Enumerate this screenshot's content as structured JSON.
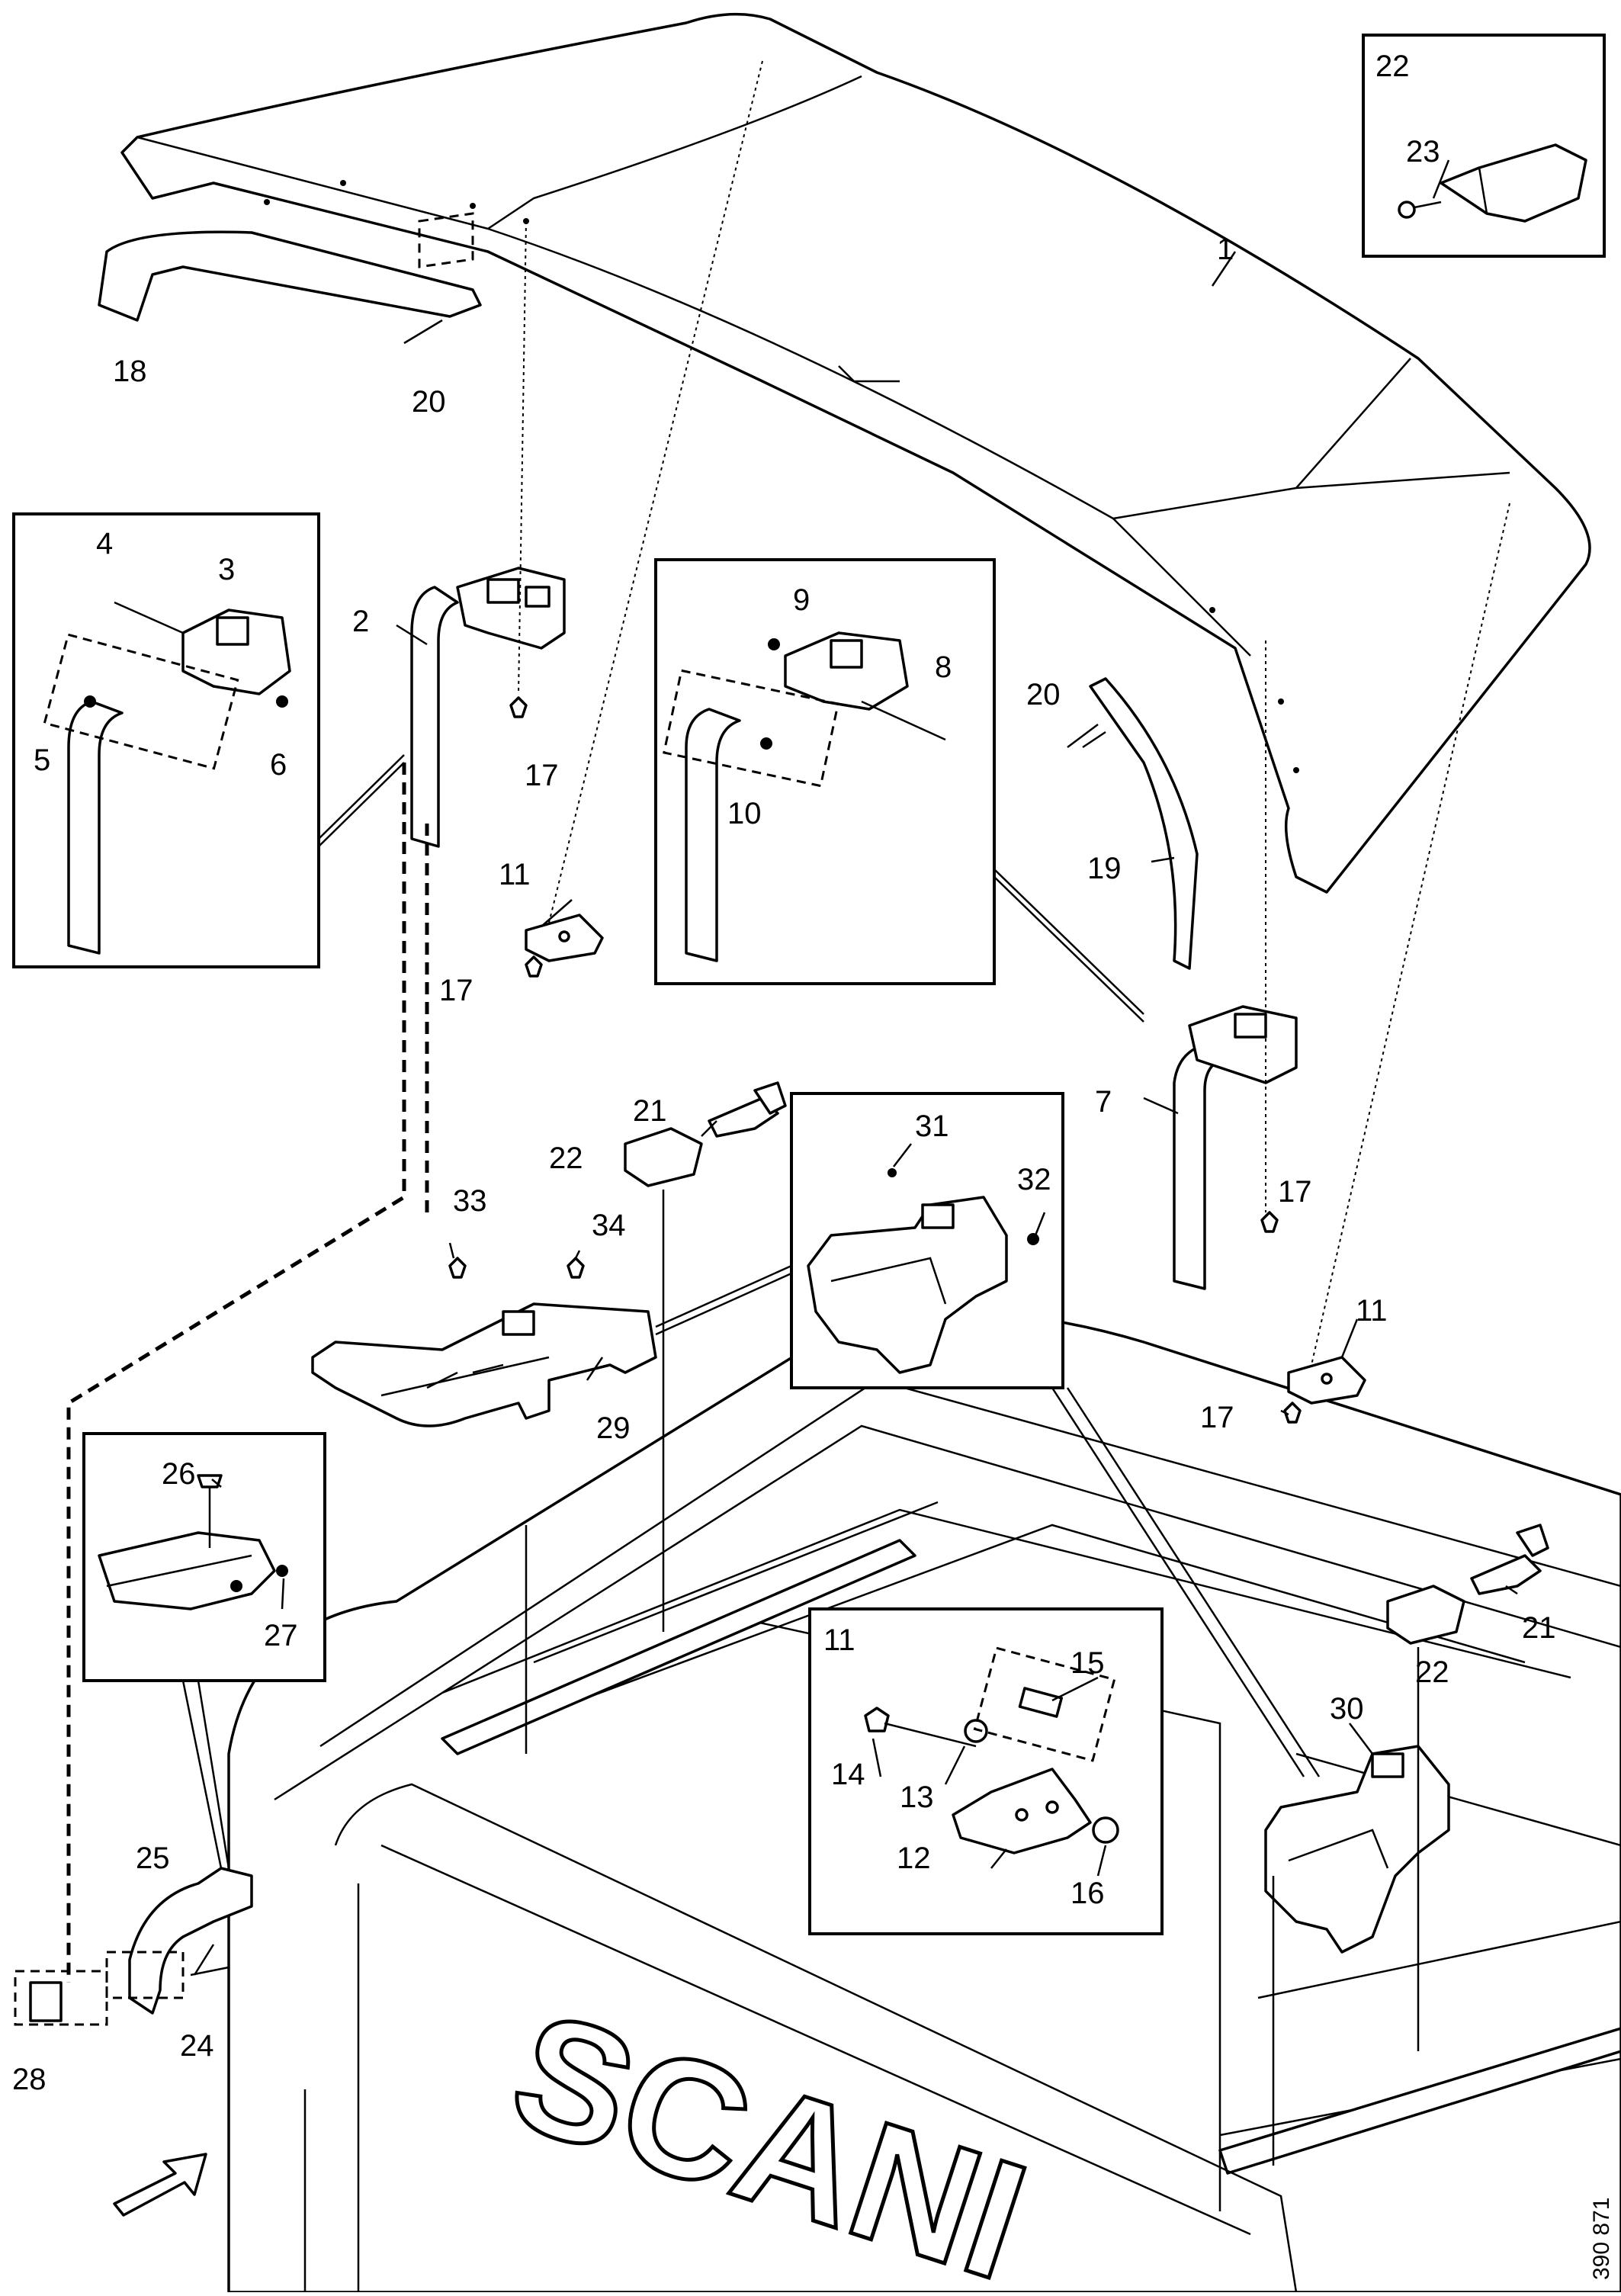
{
  "diagram": {
    "callouts": {
      "c1": "1",
      "c2": "2",
      "c3": "3",
      "c4": "4",
      "c5": "5",
      "c6": "6",
      "c7": "7",
      "c8": "8",
      "c9": "9",
      "c10": "10",
      "c11a": "11",
      "c11b": "11",
      "c11c": "11",
      "c12": "12",
      "c13": "13",
      "c14": "14",
      "c15": "15",
      "c16": "16",
      "c17a": "17",
      "c17b": "17",
      "c17c": "17",
      "c17d": "17",
      "c18": "18",
      "c19": "19",
      "c20a": "20",
      "c20b": "20",
      "c21a": "21",
      "c21b": "21",
      "c22a": "22",
      "c22b": "22",
      "c22c": "22",
      "c23": "23",
      "c24": "24",
      "c25": "25",
      "c26": "26",
      "c27": "27",
      "c28": "28",
      "c29": "29",
      "c30": "30",
      "c31": "31",
      "c32": "32",
      "c33": "33",
      "c34": "34"
    },
    "logo_text": "SCANI",
    "document_number": "390 871",
    "icons": [
      "arrow-icon"
    ]
  }
}
